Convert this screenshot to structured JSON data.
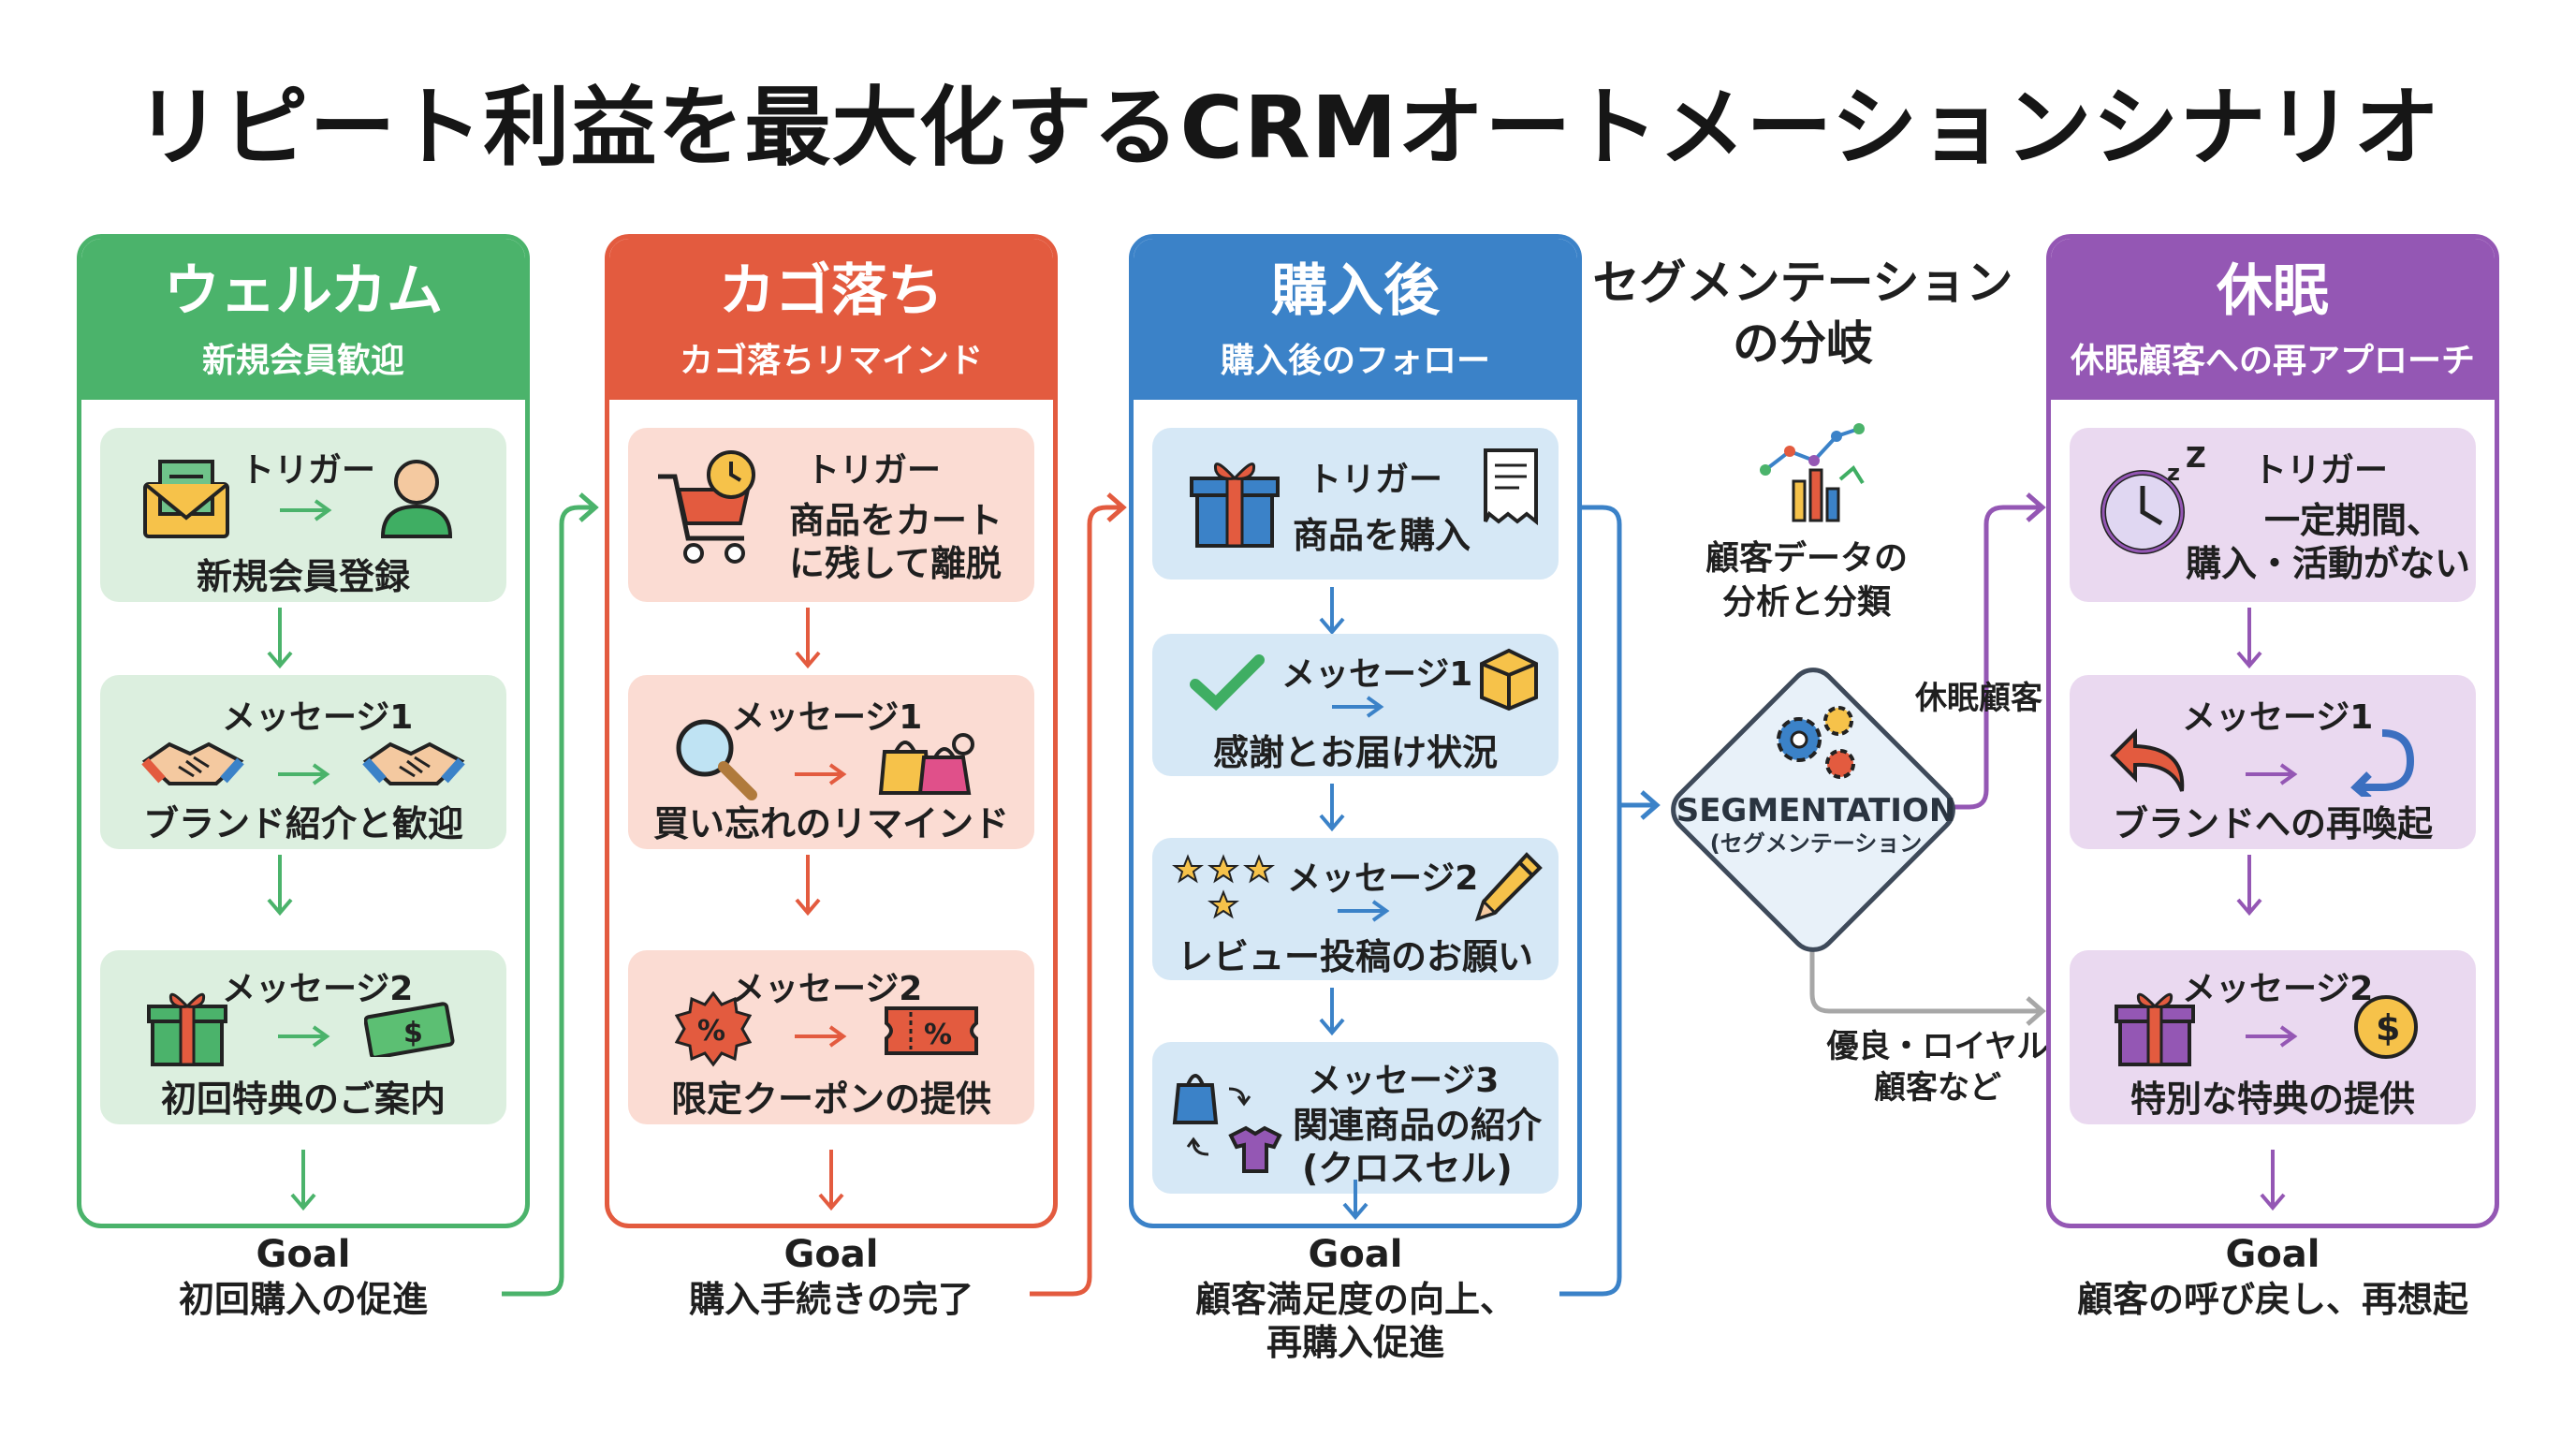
{
  "title": "リピート利益を最大化するCRMオートメーションシナリオ",
  "colors": {
    "green": "#4bb36b",
    "red": "#e35b3f",
    "blue": "#3b82c8",
    "purple": "#9457b4"
  },
  "welcome": {
    "title": "ウェルカム",
    "subtitle": "新規会員歓迎",
    "trigger": {
      "label": "トリガー",
      "text": "新規会員登録"
    },
    "msg1": {
      "label": "メッセージ1",
      "text": "ブランド紹介と歓迎"
    },
    "msg2": {
      "label": "メッセージ2",
      "text": "初回特典のご案内"
    },
    "goal": {
      "label": "Goal",
      "text": "初回購入の促進"
    }
  },
  "cart": {
    "title": "カゴ落ち",
    "subtitle": "カゴ落ちリマインド",
    "trigger": {
      "label": "トリガー",
      "text1": "商品をカート",
      "text2": "に残して離脱"
    },
    "msg1": {
      "label": "メッセージ1",
      "text": "買い忘れのリマインド"
    },
    "msg2": {
      "label": "メッセージ2",
      "text": "限定クーポンの提供"
    },
    "goal": {
      "label": "Goal",
      "text": "購入手続きの完了"
    }
  },
  "purchase": {
    "title": "購入後",
    "subtitle": "購入後のフォロー",
    "trigger": {
      "label": "トリガー",
      "text": "商品を購入"
    },
    "msg1": {
      "label": "メッセージ1",
      "text": "感謝とお届け状況"
    },
    "msg2": {
      "label": "メッセージ2",
      "text": "レビュー投稿のお願い"
    },
    "msg3": {
      "label": "メッセージ3",
      "text1": "関連商品の紹介",
      "text2": "(クロスセル)"
    },
    "goal": {
      "label": "Goal",
      "text1": "顧客満足度の向上、",
      "text2": "再購入促進"
    }
  },
  "segmentation": {
    "title1": "セグメンテーション",
    "title2": "の分岐",
    "analysis1": "顧客データの",
    "analysis2": "分析と分類",
    "diamond_en": "SEGMENTATION",
    "diamond_jp": "(セグメンテーション",
    "branch_dormant": "休眠顧客",
    "branch_loyal1": "優良・ロイヤル",
    "branch_loyal2": "顧客など"
  },
  "dormant": {
    "title": "休眠",
    "subtitle": "休眠顧客への再アプローチ",
    "trigger": {
      "label": "トリガー",
      "text1": "一定期間、",
      "text2": "購入・活動がない"
    },
    "msg1": {
      "label": "メッセージ1",
      "text": "ブランドへの再喚起"
    },
    "msg2": {
      "label": "メッセージ2",
      "text": "特別な特典の提供"
    },
    "goal": {
      "label": "Goal",
      "text": "顧客の呼び戻し、再想起"
    }
  }
}
